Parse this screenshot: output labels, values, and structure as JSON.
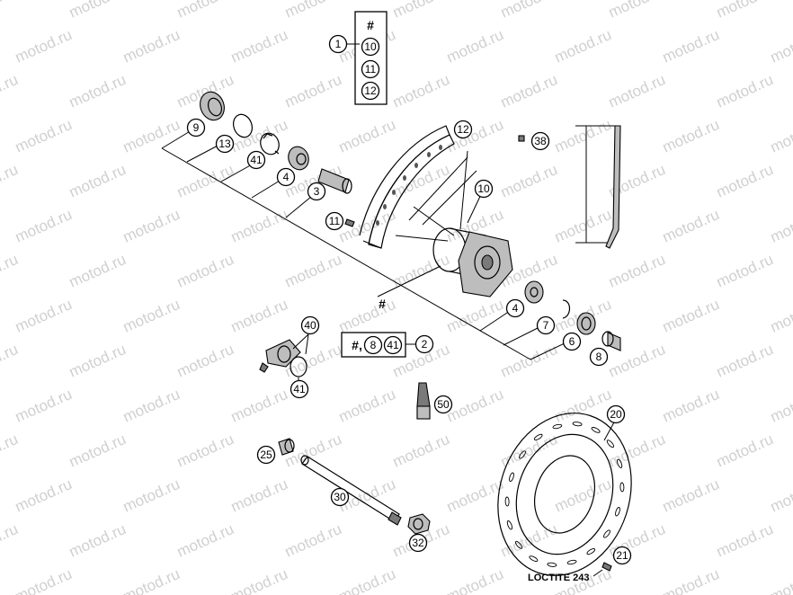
{
  "watermark_text": "motod.ru",
  "kit_box": {
    "header": "#",
    "items": [
      "10",
      "11",
      "12"
    ]
  },
  "kit_callout": "1",
  "hash_label": "#",
  "kit2_box": {
    "prefix": "#,",
    "items": [
      "8",
      "41"
    ]
  },
  "kit2_callout": "2",
  "callouts": [
    "9",
    "13",
    "41",
    "4",
    "3",
    "11",
    "12",
    "10",
    "38",
    "4",
    "7",
    "6",
    "8",
    "40",
    "41",
    "50",
    "25",
    "30",
    "32",
    "20",
    "21"
  ],
  "loctite_label": "LOCTITE 243"
}
